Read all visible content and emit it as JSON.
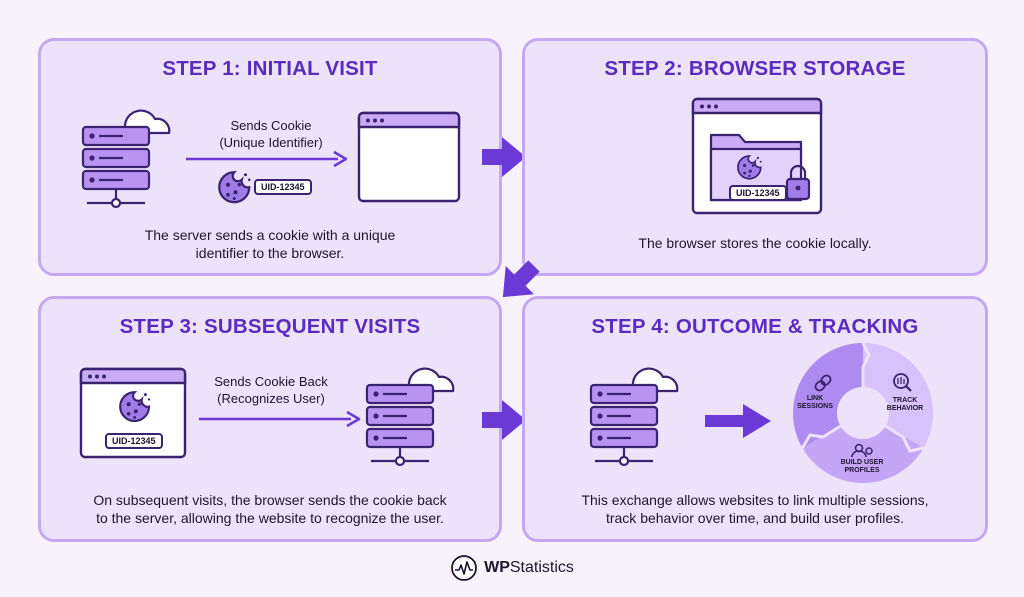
{
  "steps": [
    {
      "title": "STEP 1: INITIAL VISIT",
      "arrow_label": [
        "Sends Cookie",
        "(Unique Identifier)"
      ],
      "uid": "UID-12345",
      "caption": [
        "The server sends a cookie with a unique",
        "identifier to the browser."
      ]
    },
    {
      "title": "STEP 2: BROWSER STORAGE",
      "uid": "UID-12345",
      "caption": [
        "The browser stores the cookie locally."
      ]
    },
    {
      "title": "STEP 3: SUBSEQUENT VISITS",
      "arrow_label": [
        "Sends Cookie Back",
        "(Recognizes User)"
      ],
      "uid": "UID-12345",
      "caption": [
        "On subsequent visits, the browser sends the cookie back",
        "to the server, allowing the website to recognize the user."
      ]
    },
    {
      "title": "STEP 4: OUTCOME & TRACKING",
      "cycle": {
        "link": [
          "LINK",
          "SESSIONS"
        ],
        "track": [
          "TRACK",
          "BEHAVIOR"
        ],
        "build": [
          "BUILD USER",
          "PROFILES"
        ]
      },
      "caption": [
        "This exchange allows websites to link multiple sessions,",
        "track behavior over time, and build user profiles."
      ]
    }
  ],
  "footer": {
    "brand_prefix": "WP",
    "brand_suffix": "Statistics"
  },
  "colors": {
    "accent": "#6b3ad6",
    "panel": "#ece2fa",
    "border": "#c4a9f1",
    "title": "#5a2bbf"
  }
}
